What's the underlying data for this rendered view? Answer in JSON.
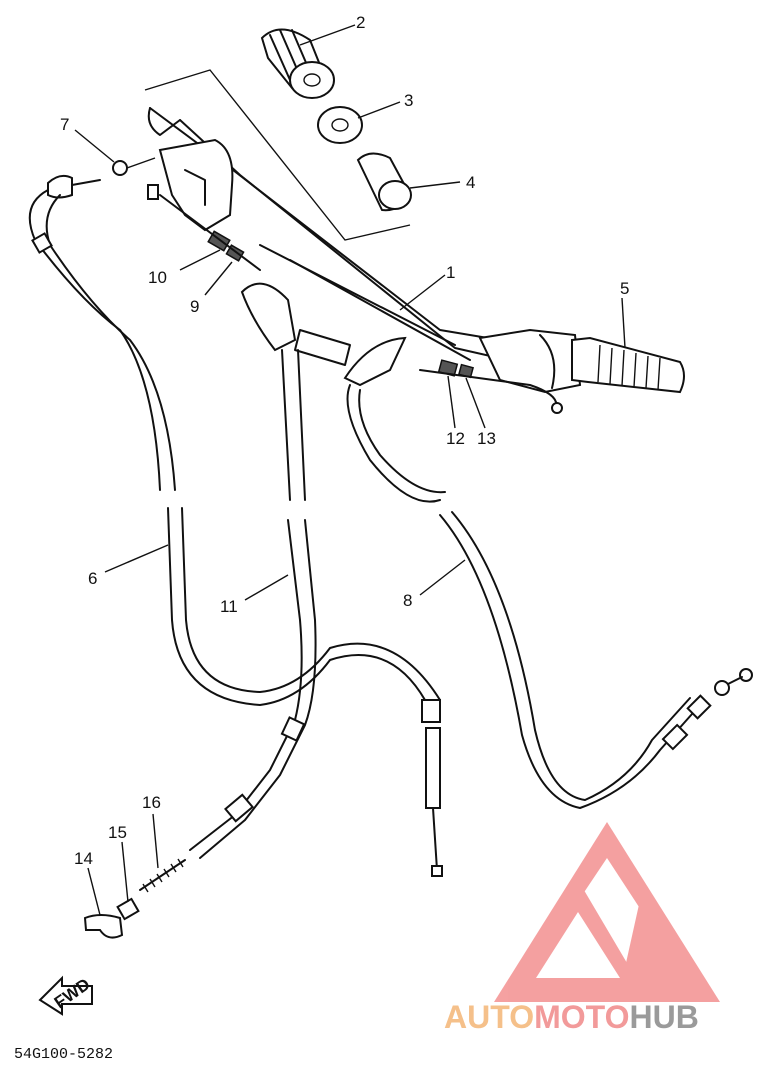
{
  "callouts": [
    {
      "id": "1",
      "text": "1"
    },
    {
      "id": "2",
      "text": "2"
    },
    {
      "id": "3",
      "text": "3"
    },
    {
      "id": "4",
      "text": "4"
    },
    {
      "id": "5",
      "text": "5"
    },
    {
      "id": "6",
      "text": "6"
    },
    {
      "id": "7",
      "text": "7"
    },
    {
      "id": "8",
      "text": "8"
    },
    {
      "id": "9",
      "text": "9"
    },
    {
      "id": "10",
      "text": "10"
    },
    {
      "id": "11",
      "text": "11"
    },
    {
      "id": "12",
      "text": "12"
    },
    {
      "id": "13",
      "text": "13"
    },
    {
      "id": "14",
      "text": "14"
    },
    {
      "id": "15",
      "text": "15"
    },
    {
      "id": "16",
      "text": "16"
    }
  ],
  "direction_arrow": {
    "text": "FWD"
  },
  "diagram_code": "54G100-5282",
  "watermark": {
    "part1": "AUTO",
    "part2": "MOTO",
    "part3": "HUB",
    "colors": {
      "auto": "#f5c08a",
      "moto": "#f29a9a",
      "hub": "#9a9a9a",
      "logo": "#f39090"
    }
  }
}
